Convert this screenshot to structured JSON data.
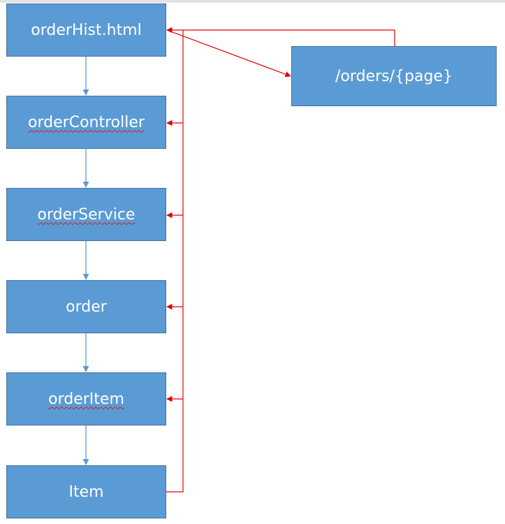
{
  "nodes": {
    "orderhist": "orderHist.html",
    "orders_page": "/orders/{page}",
    "controller": "orderController",
    "service": "orderService",
    "order": "order",
    "orderitem": "orderItem",
    "item": "Item"
  },
  "colors": {
    "box_fill": "#5b9bd5",
    "box_border": "#41719c",
    "flow_arrow": "#5b9bd5",
    "return_line": "#e00000",
    "spellcheck_underline": "#d21e1e"
  }
}
